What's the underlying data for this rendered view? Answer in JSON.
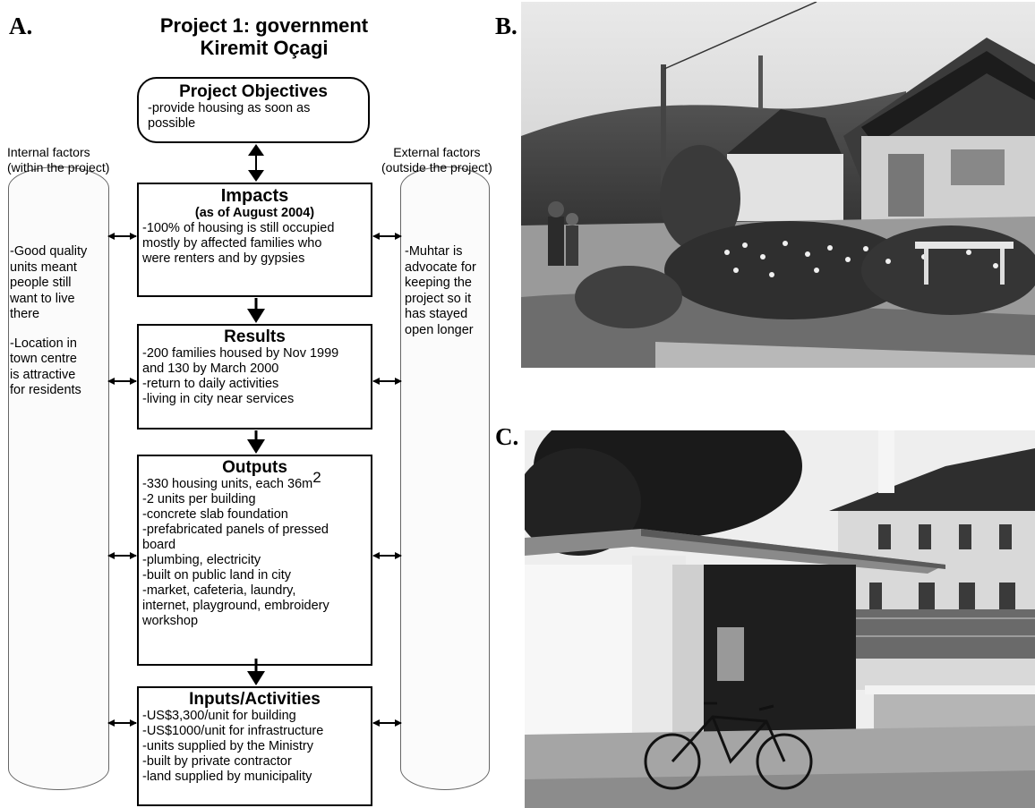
{
  "panel_labels": {
    "a": "A.",
    "b": "B.",
    "c": "C."
  },
  "title": {
    "line1": "Project 1: government",
    "line2": "Kiremit Oçagi"
  },
  "objectives": {
    "heading": "Project Objectives",
    "lines": [
      "-provide housing as soon as",
      "possible"
    ]
  },
  "internal_factors": {
    "heading_lines": [
      "Internal factors",
      "(within the project)"
    ],
    "paragraph1": [
      "-Good quality",
      "units meant",
      "people still",
      "want to live",
      "there"
    ],
    "paragraph2": [
      "-Location in",
      "town centre",
      "is attractive",
      "for residents"
    ]
  },
  "external_factors": {
    "heading_lines": [
      "External factors",
      "(outside the project)"
    ],
    "paragraph1": [
      "-Muhtar is",
      "advocate for",
      "keeping the",
      "project so it",
      "has stayed",
      "open longer"
    ]
  },
  "impacts": {
    "heading": "Impacts",
    "subheading": "(as of August 2004)",
    "lines": [
      "-100% of housing is still occupied",
      "mostly by affected families who",
      "were renters and by gypsies"
    ]
  },
  "results": {
    "heading": "Results",
    "lines": [
      "-200 families housed by Nov 1999",
      "and 130 by March 2000",
      "-return to daily activities",
      "-living in city near services"
    ]
  },
  "outputs": {
    "heading": "Outputs",
    "first_line": "-330 housing units, each 36m",
    "first_line_sup": "2",
    "lines": [
      "-2 units per building",
      "-concrete slab foundation",
      "-prefabricated panels of pressed",
      "board",
      "-plumbing, electricity",
      "-built on public land in city",
      "-market, cafeteria, laundry,",
      "internet, playground, embroidery",
      "workshop"
    ]
  },
  "inputs": {
    "heading": "Inputs/Activities",
    "lines": [
      "-US$3,300/unit for building",
      "-US$1000/unit for infrastructure",
      "-units supplied by the Ministry",
      "-built by private contractor",
      "-land supplied by municipality"
    ]
  },
  "colors": {
    "ink": "#000000",
    "cylinder_edge": "#666666",
    "photo_dark": "#2a2a2a",
    "photo_light": "#d8d8d8"
  }
}
